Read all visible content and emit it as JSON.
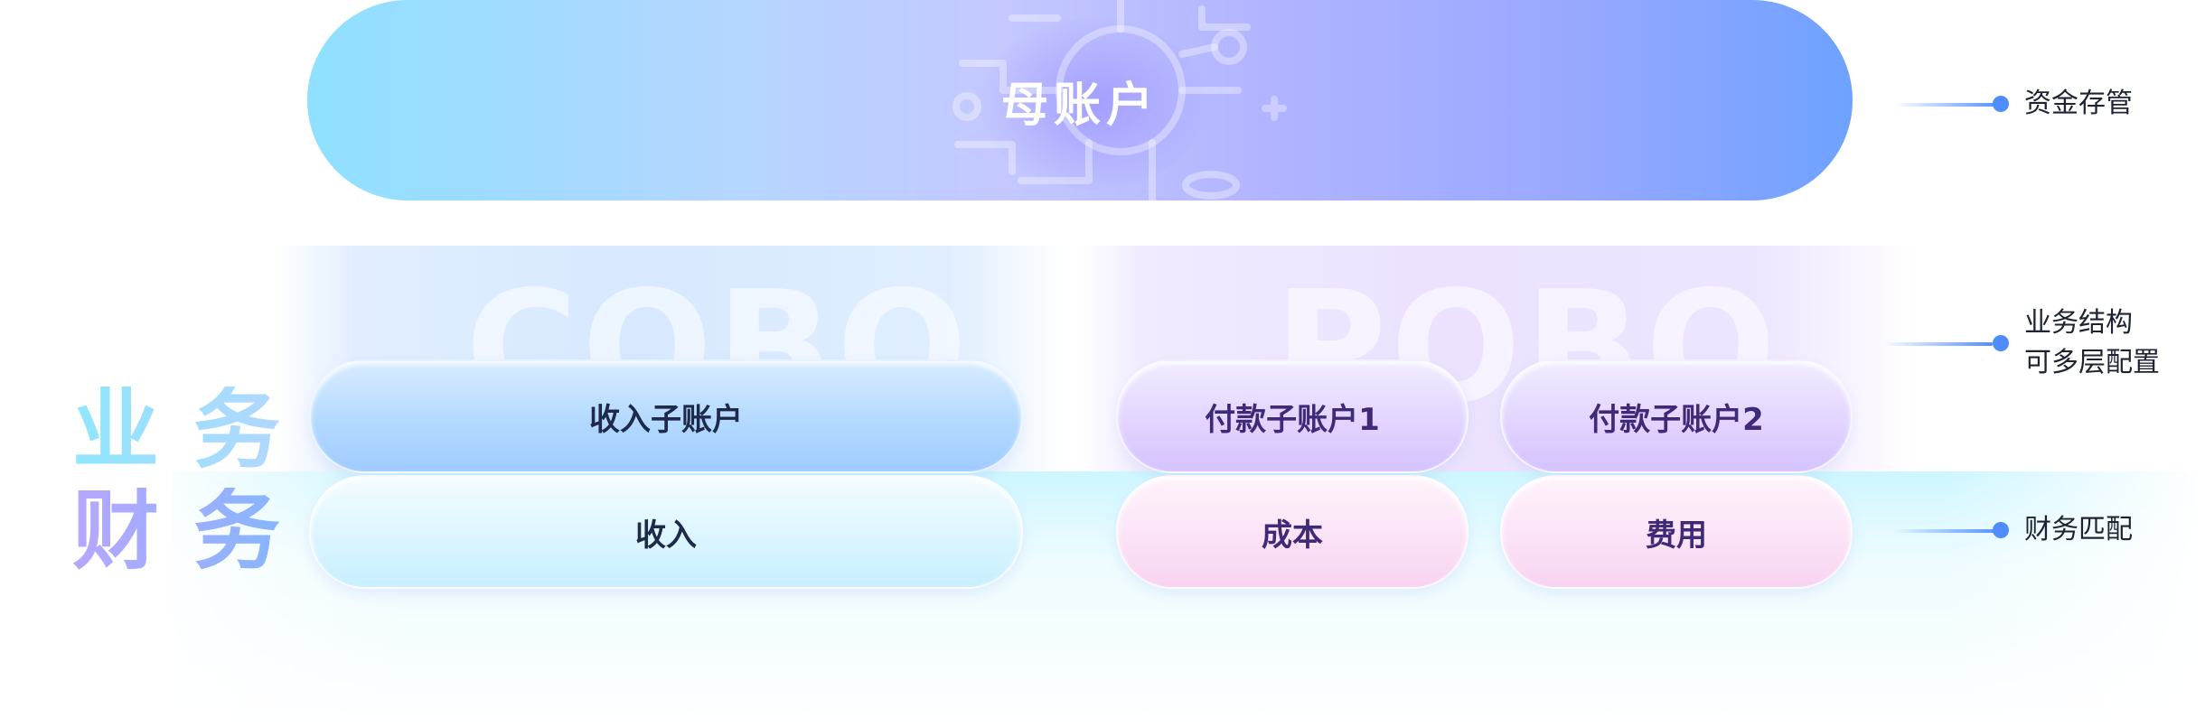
{
  "parent_account": {
    "label": "母账户"
  },
  "watermarks": {
    "cobo": "COBO",
    "pobo": "POBO"
  },
  "side_labels": {
    "business": "业务",
    "finance": "财务"
  },
  "business_accounts": [
    {
      "label": "收入子账户"
    },
    {
      "label": "付款子账户1"
    },
    {
      "label": "付款子账户2"
    }
  ],
  "finance_items": [
    {
      "label": "收入"
    },
    {
      "label": "成本"
    },
    {
      "label": "费用"
    }
  ],
  "annotations": [
    {
      "line1": "资金存管"
    },
    {
      "line1": "业务结构",
      "line2": "可多层配置"
    },
    {
      "line1": "财务匹配"
    }
  ],
  "colors": {
    "accent": "#4f8dff",
    "parent_gradient_start": "#8fe0ff",
    "parent_gradient_end": "#6ea2ff",
    "business_text": "#1d2a4a",
    "pobo_text": "#3f2a78"
  }
}
